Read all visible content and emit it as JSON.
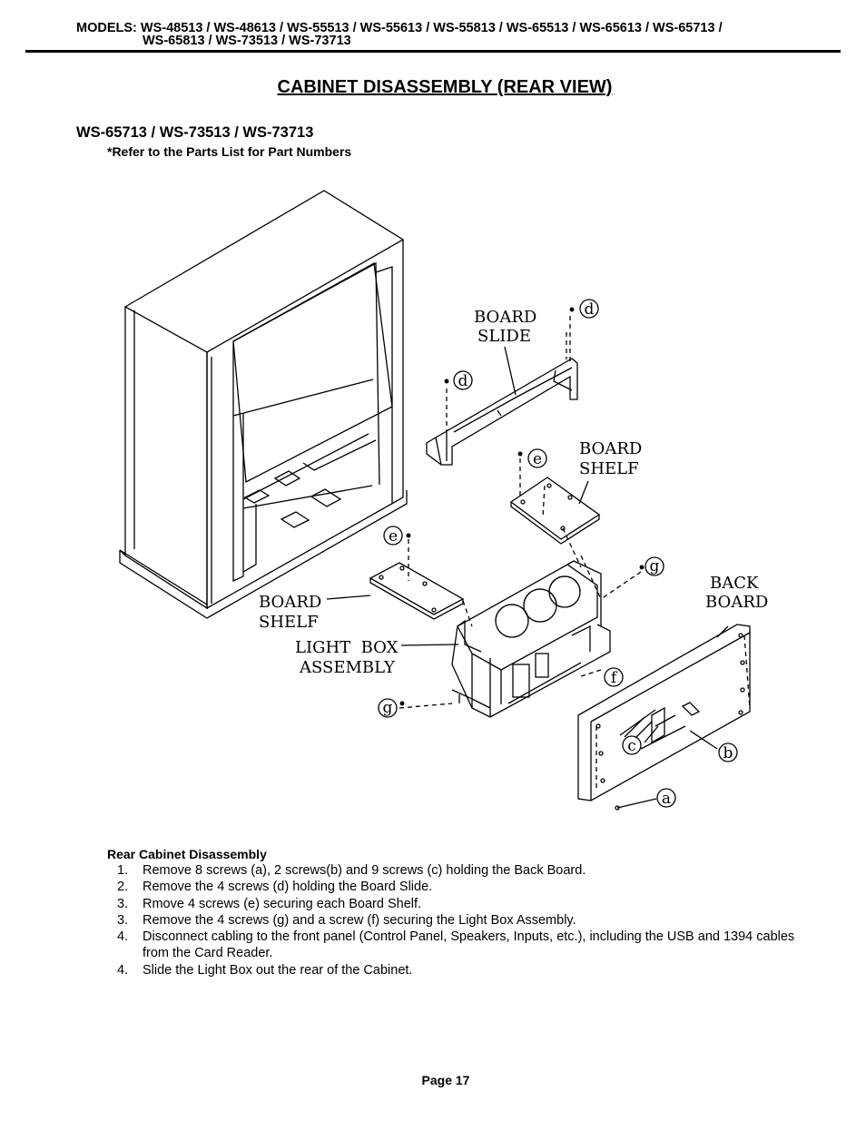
{
  "header": {
    "models_line1": "MODELS: WS-48513 / WS-48613 / WS-55513 / WS-55613 / WS-55813 / WS-65513 / WS-65613 / WS-65713 /",
    "models_line2": "WS-65813 / WS-73513 / WS-73713"
  },
  "page_title": "CABINET DISASSEMBLY (REAR VIEW)",
  "subheading": "WS-65713 / WS-73513 / WS-73713",
  "refer_note": "*Refer to the Parts List for Part Numbers",
  "diagram": {
    "labels": {
      "board_slide_1": "BOARD",
      "board_slide_2": "SLIDE",
      "board_shelf_top_1": "BOARD",
      "board_shelf_top_2": "SHELF",
      "board_shelf_left_1": "BOARD",
      "board_shelf_left_2": "SHELF",
      "light_box_1": "LIGHT  BOX",
      "light_box_2": "ASSEMBLY",
      "back_board_1": "BACK",
      "back_board_2": "BOARD"
    },
    "callouts": {
      "d_top": "d",
      "d_left": "d",
      "e_top": "e",
      "e_left": "e",
      "g_right": "g",
      "g_left": "g",
      "f": "f",
      "c": "c",
      "b": "b",
      "a": "a"
    }
  },
  "instructions": {
    "title": "Rear Cabinet Disassembly",
    "steps": [
      {
        "num": "1.",
        "text": "Remove 8 screws (a), 2 screws(b) and 9 screws (c) holding the Back Board."
      },
      {
        "num": "2.",
        "text": "Remove the 4 screws (d) holding the Board Slide."
      },
      {
        "num": "3.",
        "text": "Rmove 4 screws (e) securing each Board Shelf."
      },
      {
        "num": "3.",
        "text": "Remove the 4 screws (g) and a screw (f) securing the Light Box Assembly."
      },
      {
        "num": "4.",
        "text": "Disconnect cabling to the front panel (Control Panel, Speakers, Inputs, etc.), including the USB and 1394 cables from the Card Reader."
      },
      {
        "num": "4.",
        "text": "Slide the Light Box out the rear of the Cabinet."
      }
    ]
  },
  "footer": {
    "page": "Page 17"
  }
}
